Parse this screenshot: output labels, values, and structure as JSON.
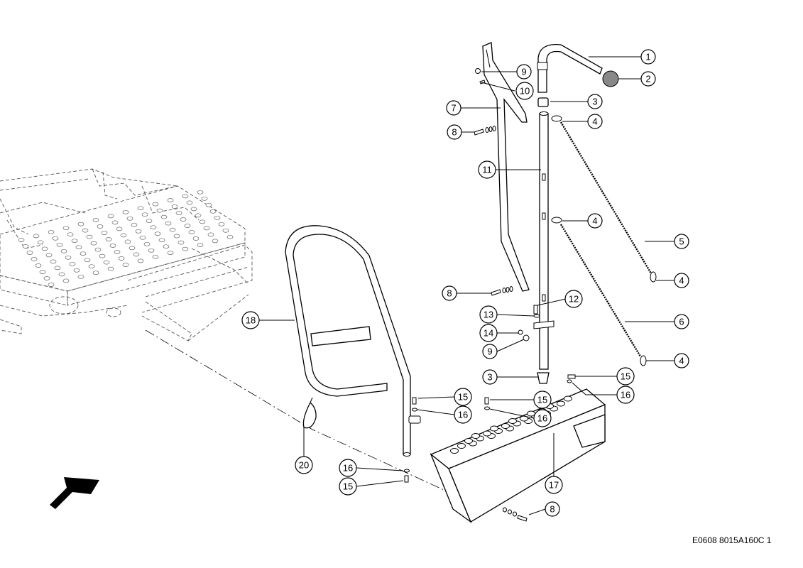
{
  "drawing_code": "E0608 8015A160C 1",
  "callouts": [
    {
      "id": "c1",
      "label": "1"
    },
    {
      "id": "c2",
      "label": "2"
    },
    {
      "id": "c3a",
      "label": "3"
    },
    {
      "id": "c3b",
      "label": "3"
    },
    {
      "id": "c4a",
      "label": "4"
    },
    {
      "id": "c4b",
      "label": "4"
    },
    {
      "id": "c4c",
      "label": "4"
    },
    {
      "id": "c4d",
      "label": "4"
    },
    {
      "id": "c5",
      "label": "5"
    },
    {
      "id": "c6",
      "label": "6"
    },
    {
      "id": "c7",
      "label": "7"
    },
    {
      "id": "c8a",
      "label": "8"
    },
    {
      "id": "c8b",
      "label": "8"
    },
    {
      "id": "c8c",
      "label": "8"
    },
    {
      "id": "c9a",
      "label": "9"
    },
    {
      "id": "c9b",
      "label": "9"
    },
    {
      "id": "c10",
      "label": "10"
    },
    {
      "id": "c11",
      "label": "11"
    },
    {
      "id": "c12",
      "label": "12"
    },
    {
      "id": "c13",
      "label": "13"
    },
    {
      "id": "c14",
      "label": "14"
    },
    {
      "id": "c15a",
      "label": "15"
    },
    {
      "id": "c15b",
      "label": "15"
    },
    {
      "id": "c15c",
      "label": "15"
    },
    {
      "id": "c15d",
      "label": "15"
    },
    {
      "id": "c16a",
      "label": "16"
    },
    {
      "id": "c16b",
      "label": "16"
    },
    {
      "id": "c16c",
      "label": "16"
    },
    {
      "id": "c16d",
      "label": "16"
    },
    {
      "id": "c17",
      "label": "17"
    },
    {
      "id": "c18",
      "label": "18"
    },
    {
      "id": "c20",
      "label": "20"
    }
  ]
}
